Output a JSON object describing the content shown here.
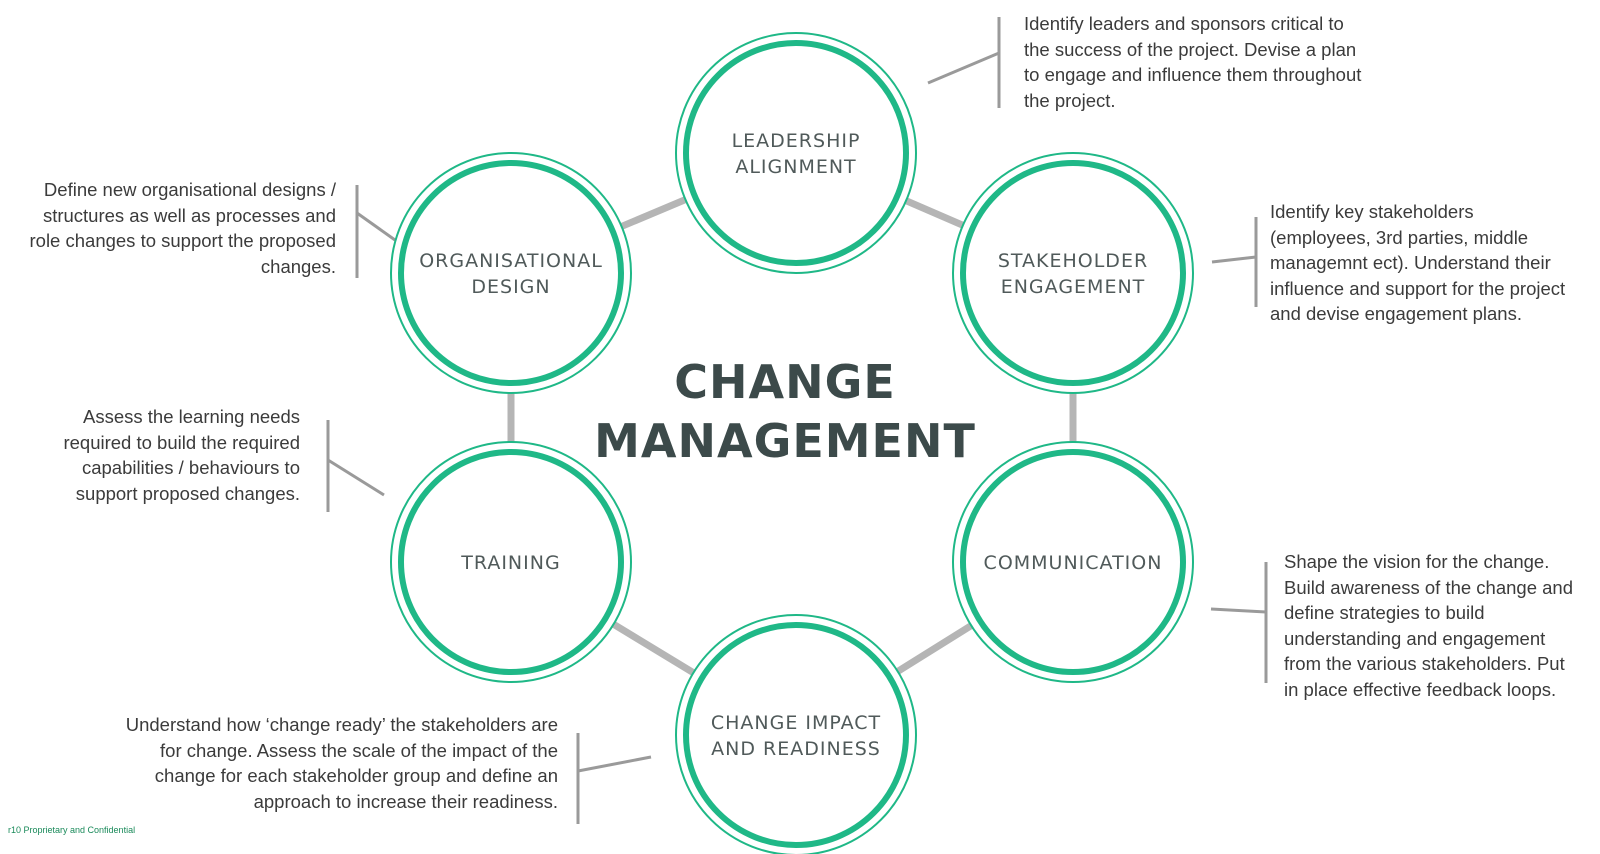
{
  "title": [
    "CHANGE",
    "MANAGEMENT"
  ],
  "colors": {
    "ring": "#1fb887",
    "connector": "#b5b5b5",
    "bracket": "#9a9a9a",
    "text": "#3b3b3b"
  },
  "nodes": [
    {
      "id": "leadership-alignment",
      "label": [
        "LEADERSHIP",
        "ALIGNMENT"
      ],
      "description": [
        "Identify leaders and sponsors critical to",
        "the success of the project. Devise a plan",
        "to engage and influence them throughout",
        "the project."
      ]
    },
    {
      "id": "stakeholder-engagement",
      "label": [
        "STAKEHOLDER",
        "ENGAGEMENT"
      ],
      "description": [
        "Identify key stakeholders",
        "(employees, 3rd parties, middle",
        "managemnt ect). Understand their",
        "influence and support for the project",
        "and devise engagement plans."
      ]
    },
    {
      "id": "communication",
      "label": [
        "COMMUNICATION"
      ],
      "description": [
        "Shape the vision for the change.",
        "Build awareness of the change and",
        "define strategies to build",
        "understanding and engagement",
        "from the various stakeholders. Put",
        "in place effective feedback loops."
      ]
    },
    {
      "id": "change-impact-readiness",
      "label": [
        "CHANGE IMPACT",
        "AND READINESS"
      ],
      "description": [
        "Understand how ‘change ready’ the stakeholders are",
        "for change. Assess the scale of the impact of the",
        "change for each stakeholder group and define an",
        "approach to increase their readiness."
      ]
    },
    {
      "id": "training",
      "label": [
        "TRAINING"
      ],
      "description": [
        "Assess the learning needs",
        "required to build the required",
        "capabilities / behaviours to",
        "support proposed changes."
      ]
    },
    {
      "id": "organisational-design",
      "label": [
        "ORGANISATIONAL",
        "DESIGN"
      ],
      "description": [
        "Define new organisational designs /",
        "structures as well as processes and",
        "role changes to support the proposed",
        "changes."
      ]
    }
  ],
  "footer": "r10 Proprietary and Confidential"
}
